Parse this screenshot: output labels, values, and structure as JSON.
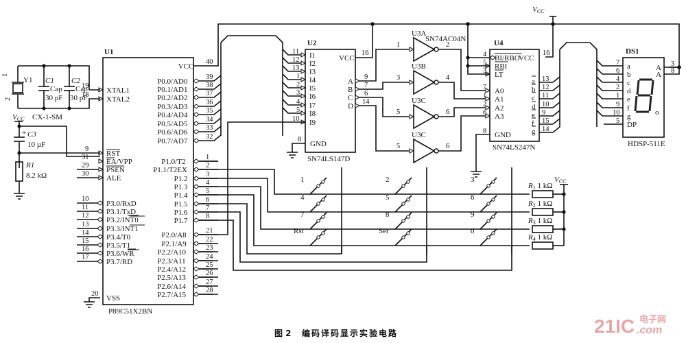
{
  "figure": {
    "caption_number": "图 2",
    "caption_text": "编码译码显示实验电路",
    "watermark": {
      "main": "21IC",
      "sub_cn": "电子网",
      "sub_en": ".com",
      "color": "#e9a6a6"
    }
  },
  "power": {
    "vcc_label": "VCC",
    "vcc_label_italic": "V",
    "vcc_sub": "CC"
  },
  "crystal": {
    "ref": "Y1",
    "part": "CX-1-SM",
    "pin_top": "1",
    "pin_bottom": "2"
  },
  "capacitors": [
    {
      "ref": "C1",
      "type": "Cap",
      "value": "30 pF"
    },
    {
      "ref": "C2",
      "type": "Cap",
      "value": "30 pF"
    },
    {
      "ref": "C3",
      "value": "10 µF",
      "polarity": "+"
    }
  ],
  "reset_resistor": {
    "ref": "R1",
    "value": "8.2 kΩ"
  },
  "u1": {
    "ref": "U1",
    "part": "P89C51X2BN",
    "left_pins": [
      {
        "num": "19",
        "name": "XTAL1"
      },
      {
        "num": "18",
        "name": "XTAL2"
      },
      {
        "num": "9",
        "name": "RST"
      },
      {
        "num": "31",
        "name": "EA/VPP"
      },
      {
        "num": "29",
        "name": "PSEN"
      },
      {
        "num": "30",
        "name": "ALE"
      },
      {
        "num": "10",
        "name": "P3.0/RxD"
      },
      {
        "num": "11",
        "name": "P3.1/TxD"
      },
      {
        "num": "12",
        "name": "P3.2/INT0"
      },
      {
        "num": "13",
        "name": "P3.3/INT1"
      },
      {
        "num": "14",
        "name": "P3.4/T0"
      },
      {
        "num": "15",
        "name": "P3.5/T1"
      },
      {
        "num": "16",
        "name": "P3.6/WR"
      },
      {
        "num": "17",
        "name": "P3.7/RD"
      },
      {
        "num": "20",
        "name": "VSS"
      }
    ],
    "right_pins": [
      {
        "num": "40",
        "name": "VCC"
      },
      {
        "num": "39",
        "name": "P0.0/AD0"
      },
      {
        "num": "38",
        "name": "P0.1/AD1"
      },
      {
        "num": "37",
        "name": "P0.2/AD2"
      },
      {
        "num": "36",
        "name": "P0.3/AD3"
      },
      {
        "num": "35",
        "name": "P0.4/AD4"
      },
      {
        "num": "34",
        "name": "P0.5/AD5"
      },
      {
        "num": "33",
        "name": "P0.6/AD6"
      },
      {
        "num": "32",
        "name": "P0.7/AD7"
      },
      {
        "num": "1",
        "name": "P1.0/T2"
      },
      {
        "num": "2",
        "name": "P1.1/T2EX"
      },
      {
        "num": "3",
        "name": "P1.2"
      },
      {
        "num": "4",
        "name": "P1.3"
      },
      {
        "num": "5",
        "name": "P1.4"
      },
      {
        "num": "6",
        "name": "P1.5"
      },
      {
        "num": "7",
        "name": "P1.6"
      },
      {
        "num": "8",
        "name": "P1.7"
      },
      {
        "num": "21",
        "name": "P2.0/A8"
      },
      {
        "num": "22",
        "name": "P2.1/A9"
      },
      {
        "num": "23",
        "name": "P2.2/A10"
      },
      {
        "num": "24",
        "name": "P2.3/A11"
      },
      {
        "num": "25",
        "name": "P2.4/A12"
      },
      {
        "num": "26",
        "name": "P2.5/A13"
      },
      {
        "num": "27",
        "name": "P2.6/A14"
      },
      {
        "num": "28",
        "name": "P2.7/A15"
      }
    ]
  },
  "u2": {
    "ref": "U2",
    "part": "SN74LS147D",
    "inputs": [
      {
        "num": "11",
        "name": "I1"
      },
      {
        "num": "12",
        "name": "I2"
      },
      {
        "num": "13",
        "name": "I3"
      },
      {
        "num": "1",
        "name": "I4"
      },
      {
        "num": "2",
        "name": "I5"
      },
      {
        "num": "3",
        "name": "I6"
      },
      {
        "num": "4",
        "name": "I7"
      },
      {
        "num": "5",
        "name": "I8"
      },
      {
        "num": "10",
        "name": "I9"
      }
    ],
    "vcc": {
      "num": "16",
      "name": "VCC"
    },
    "gnd": {
      "num": "8",
      "name": "GND"
    },
    "outputs": [
      {
        "num": "9",
        "name": "A"
      },
      {
        "num": "7",
        "name": "B"
      },
      {
        "num": "6",
        "name": "C"
      },
      {
        "num": "14",
        "name": "D"
      }
    ]
  },
  "u3": {
    "part": "SN74AC04N",
    "gates": [
      {
        "ref": "U3A",
        "in": "1",
        "out": "2"
      },
      {
        "ref": "U3B",
        "in": "3",
        "out": "4"
      },
      {
        "ref": "U3C",
        "in": "5",
        "out": "6"
      },
      {
        "ref": "U3C",
        "in": "5",
        "out": "6"
      }
    ]
  },
  "u4": {
    "ref": "U4",
    "part": "SN74LS247N",
    "left_pins": [
      {
        "num": "4",
        "name": "BI/RBO"
      },
      {
        "num": "5",
        "name": "RBI"
      },
      {
        "num": "3",
        "name": "LT"
      },
      {
        "num": "7",
        "name": "A0"
      },
      {
        "num": "1",
        "name": "A1"
      },
      {
        "num": "2",
        "name": "A2"
      },
      {
        "num": "6",
        "name": "A3"
      },
      {
        "num": "8",
        "name": "GND"
      }
    ],
    "vcc": {
      "num": "16",
      "name": "VCC"
    },
    "right_pins": [
      {
        "num": "13",
        "name": "a"
      },
      {
        "num": "12",
        "name": "b"
      },
      {
        "num": "11",
        "name": "c"
      },
      {
        "num": "10",
        "name": "d"
      },
      {
        "num": "9",
        "name": "e"
      },
      {
        "num": "15",
        "name": "f"
      },
      {
        "num": "14",
        "name": "g"
      }
    ]
  },
  "ds1": {
    "ref": "DS1",
    "part": "HDSP-511E",
    "left_pins": [
      {
        "num": "7",
        "name": "a"
      },
      {
        "num": "6",
        "name": "b"
      },
      {
        "num": "4",
        "name": "c"
      },
      {
        "num": "2",
        "name": "d"
      },
      {
        "num": "1",
        "name": "e"
      },
      {
        "num": "9",
        "name": "f"
      },
      {
        "num": "10",
        "name": "g"
      },
      {
        "num": "5",
        "name": "DP"
      }
    ],
    "right_pins": [
      {
        "num": "3",
        "name": "A"
      },
      {
        "num": "8",
        "name": "A"
      }
    ],
    "dp_mark": "o"
  },
  "keypad": {
    "keys": [
      "1",
      "2",
      "3",
      "4",
      "5",
      "6",
      "7",
      "8",
      "9",
      "Rst",
      "Ser",
      "0"
    ],
    "pullups": [
      {
        "ref": "R1",
        "value": "1 kΩ"
      },
      {
        "ref": "R2",
        "value": "1 kΩ"
      },
      {
        "ref": "R3",
        "value": "1 kΩ"
      },
      {
        "ref": "R4",
        "value": "1 kΩ"
      }
    ]
  }
}
